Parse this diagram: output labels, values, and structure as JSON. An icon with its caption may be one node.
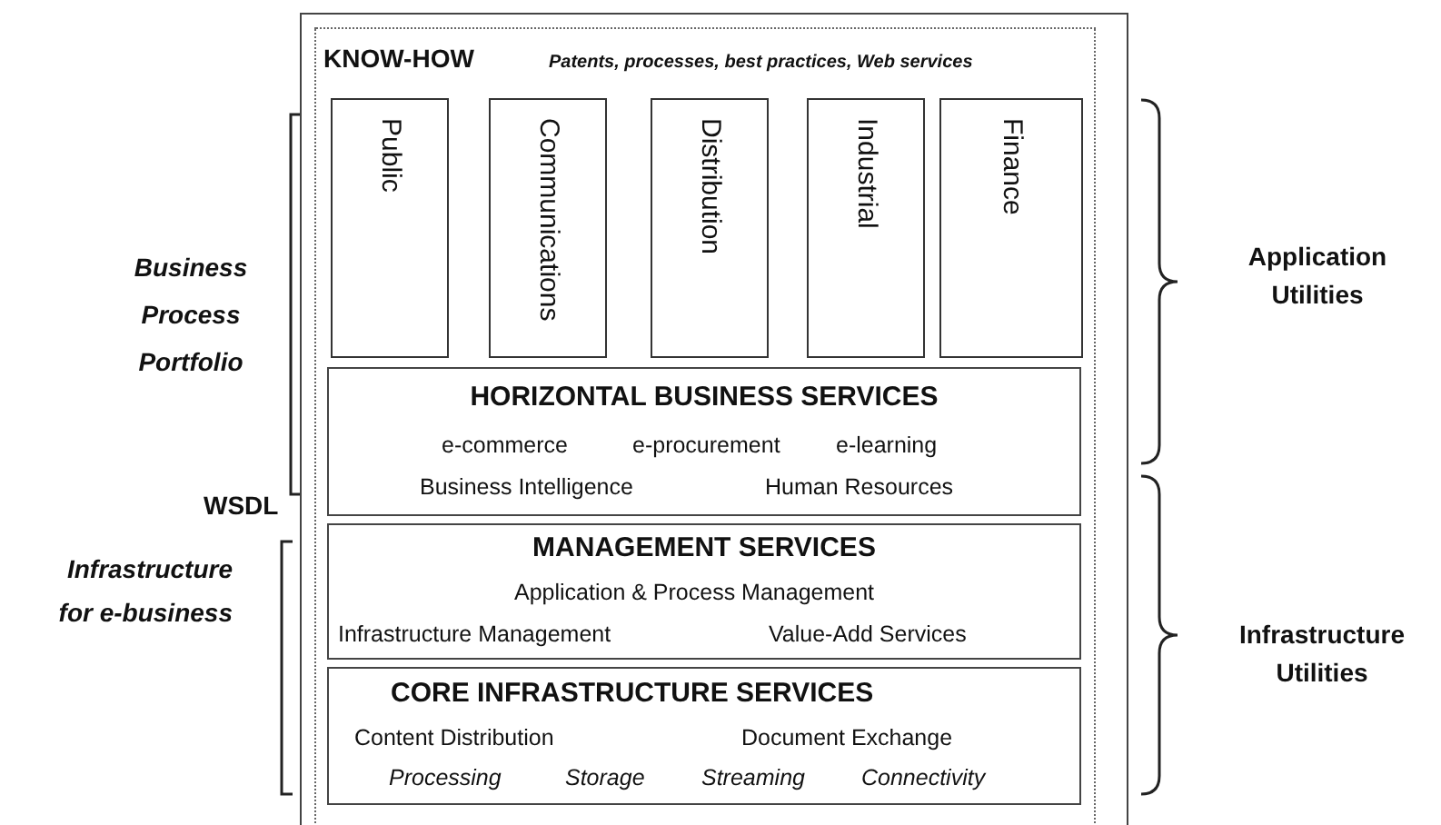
{
  "diagram": {
    "nodes": [
      {
        "text": [],
        "shape": "box"
      },
      {
        "text": [
          "KNOW-HOW",
          "Patents, processes, best practices, Web services"
        ],
        "in": 0
      },
      {
        "text": [
          "Public"
        ],
        "in": 1
      },
      {
        "text": [
          "Communications"
        ],
        "in": 1
      },
      {
        "text": [
          "Distribution"
        ],
        "in": 1
      },
      {
        "text": [
          "Industrial"
        ],
        "in": 1
      },
      {
        "text": [
          "Finance"
        ],
        "in": 1
      },
      {
        "text": [
          "HORIZONTAL BUSINESS SERVICES",
          "e-commerce",
          "e-procurement",
          "e-learning",
          "Business Intelligence",
          "Human Resources"
        ],
        "in": 1
      },
      {
        "text": [
          "MANAGEMENT SERVICES",
          "Application & Process Management",
          "Infrastructure Management",
          "Value-Add Services"
        ],
        "in": 1
      },
      {
        "text": [
          "CORE INFRASTRUCTURE SERVICES",
          "Content Distribution",
          "Document Exchange",
          "Processing",
          "Storage",
          "Streaming",
          "Connectivity"
        ],
        "in": 1
      }
    ],
    "labels": [
      "Business Process Portfolio",
      "Application Utilities",
      "WSDL",
      "Infrastructure for e-business",
      "Infrastructure Utilities"
    ]
  }
}
